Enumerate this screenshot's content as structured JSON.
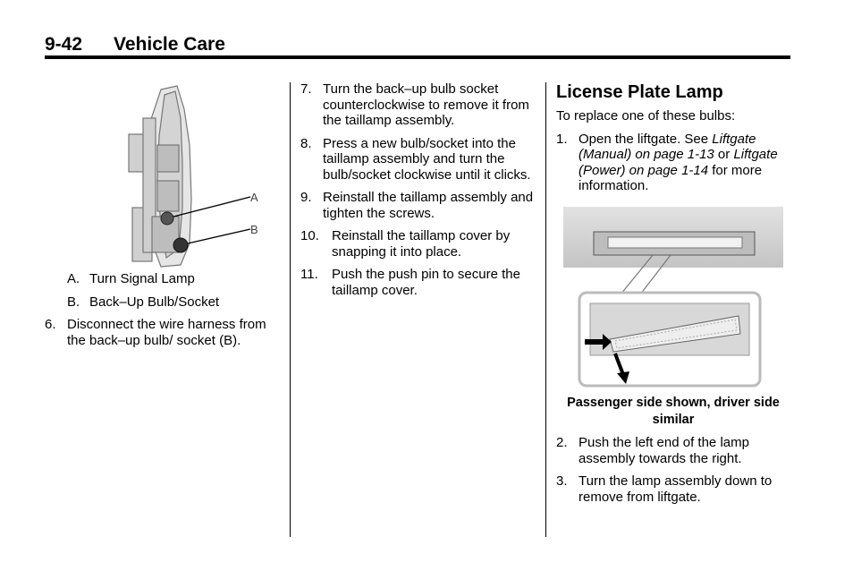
{
  "header": {
    "page_number": "9-42",
    "section_title": "Vehicle Care"
  },
  "figure1": {
    "callouts": [
      "A",
      "B"
    ]
  },
  "col1": {
    "items": [
      {
        "n": "A.",
        "text": "Turn Signal Lamp"
      },
      {
        "n": "B.",
        "text": "Back–Up Bulb/Socket"
      },
      {
        "n": "6.",
        "text": "Disconnect the wire harness from the back–up bulb/ socket (B)."
      }
    ]
  },
  "col2": {
    "items": [
      {
        "n": "7.",
        "text": "Turn the back–up bulb socket counterclockwise to remove it from the taillamp assembly."
      },
      {
        "n": "8.",
        "text": "Press a new bulb/socket into the taillamp assembly and turn the bulb/socket clockwise until it clicks."
      },
      {
        "n": "9.",
        "text": "Reinstall the taillamp assembly and tighten the screws."
      },
      {
        "n": "10.",
        "text": "Reinstall the taillamp cover by snapping it into place."
      },
      {
        "n": "11.",
        "text": "Push the push pin to secure the taillamp cover."
      }
    ]
  },
  "col3": {
    "heading": "License Plate Lamp",
    "intro": "To replace one of these bulbs:",
    "step1": {
      "n": "1.",
      "text_a": "Open the liftgate. See ",
      "ref1": "Liftgate (Manual) on page 1-13",
      "text_b": " or ",
      "ref2": "Liftgate (Power) on page 1-14",
      "text_c": " for more information."
    },
    "figure_caption": "Passenger side shown, driver side similar",
    "items": [
      {
        "n": "2.",
        "text": "Push the left end of the lamp assembly towards the right."
      },
      {
        "n": "3.",
        "text": "Turn the lamp assembly down to remove from liftgate."
      }
    ]
  }
}
